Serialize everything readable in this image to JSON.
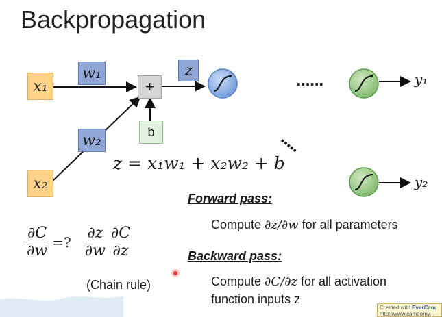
{
  "title": "Backpropagation",
  "inputs": {
    "x1": "x₁",
    "x2": "x₂"
  },
  "weights": {
    "w1": "w₁",
    "w2": "w₂"
  },
  "sum": {
    "plus": "+",
    "z": "z",
    "bias": "b"
  },
  "outputs": {
    "y1": "y₁",
    "y2": "y₂"
  },
  "dots": {
    "horizontal": "......",
    "diagonal": "....."
  },
  "equation": "z = x₁w₁ + x₂w₂ + b",
  "gradient": {
    "dC": "∂C",
    "dw": "∂w",
    "question": "=?",
    "dz": "∂z",
    "dw2": "∂w",
    "dC2": "∂C",
    "dz2": "∂z",
    "chain_rule": "(Chain rule)"
  },
  "forward": {
    "heading": "Forward pass:",
    "desc_prefix": "Compute ",
    "desc_math": "∂z/∂w",
    "desc_suffix": " for all parameters"
  },
  "backward": {
    "heading": "Backward pass:",
    "desc_prefix": "Compute ",
    "desc_math": "∂C/∂z",
    "desc_suffix": " for all activation",
    "desc_line2": "function inputs z"
  },
  "badge": {
    "line1_prefix": "Created with ",
    "line1_brand": "EverCam",
    "line2": "http://www.camdemy..."
  },
  "colors": {
    "input": "#fdd38a",
    "weight": "#8fa6d6",
    "bias": "#e3f2df",
    "node_blue": "#7fa4e0",
    "node_green": "#8cc47a",
    "cursor": "#e84040"
  }
}
